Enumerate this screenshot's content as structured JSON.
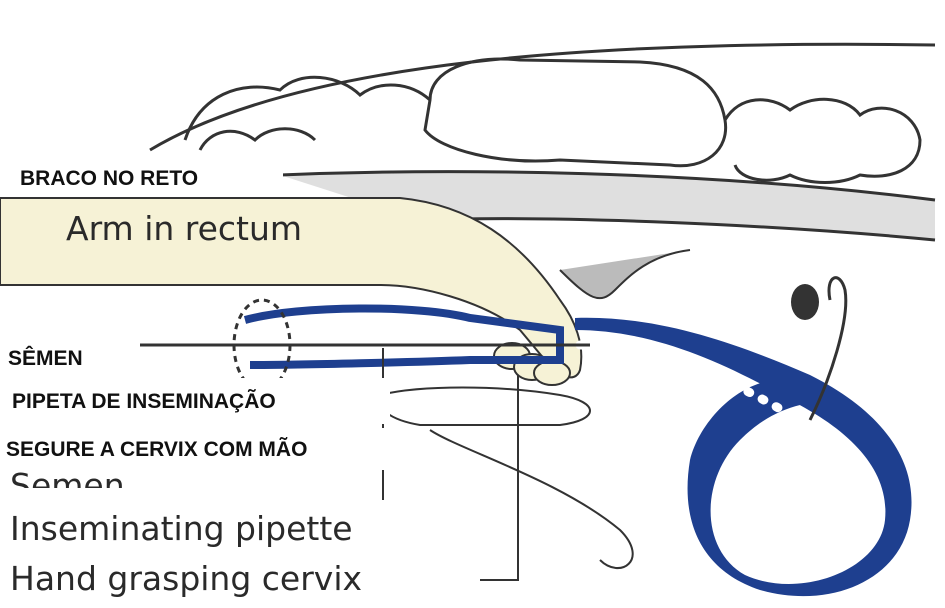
{
  "labels_pt": {
    "arm": "BRACO NO RETO",
    "semen": "SÊMEN",
    "pipette": "PIPETA DE INSEMINAÇÃO",
    "hand": "SEGURE A CERVIX COM MÃO"
  },
  "labels_en": {
    "arm": "Arm in rectum",
    "semen": "Semen",
    "pipette": "Inseminating pipette",
    "hand": "Hand grasping cervix"
  },
  "colors": {
    "tract": "#1e3f8f",
    "arm_fill": "#f6f2d6",
    "outline": "#333333",
    "label_box": "#ffffff"
  }
}
